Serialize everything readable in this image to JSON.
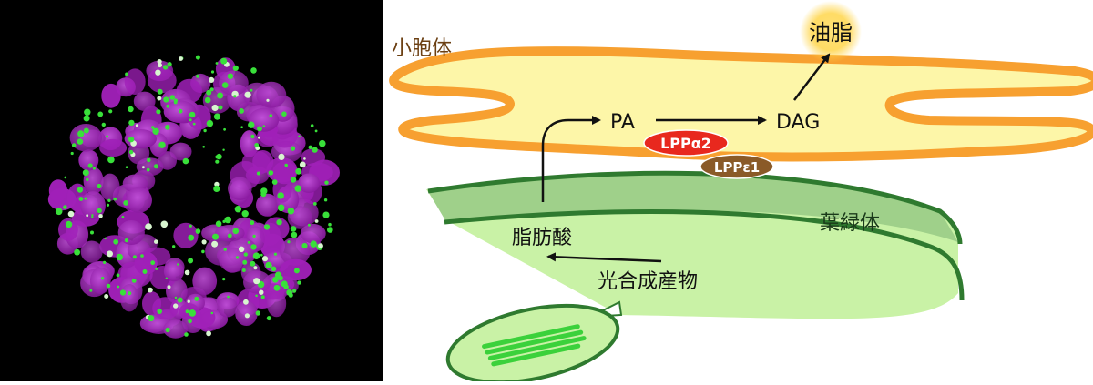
{
  "micrograph": {
    "background": "#000000",
    "nucleus_color": "#a020b8",
    "particle_color": "#39e03a"
  },
  "diagram": {
    "labels": {
      "endoplasmic_reticulum": "小胞体",
      "oil": "油脂",
      "pa": "PA",
      "dag": "DAG",
      "lpp_alpha2": "LPPα2",
      "lpp_epsilon1": "LPPε1",
      "chloroplast": "葉緑体",
      "fatty_acid": "脂肪酸",
      "photosynthate": "光合成産物"
    },
    "colors": {
      "er_fill": "#fdf6a8",
      "er_outline": "#f7a030",
      "oil_glow": "#ffd54a",
      "lpp_alpha2": "#e8281e",
      "lpp_epsilon1": "#8a5a28",
      "chloroplast_dark": "#2f7a2f",
      "chloroplast_band": "#9fd08a",
      "chloroplast_light": "#c9f2a6",
      "text_brown": "#6b3f12"
    }
  }
}
